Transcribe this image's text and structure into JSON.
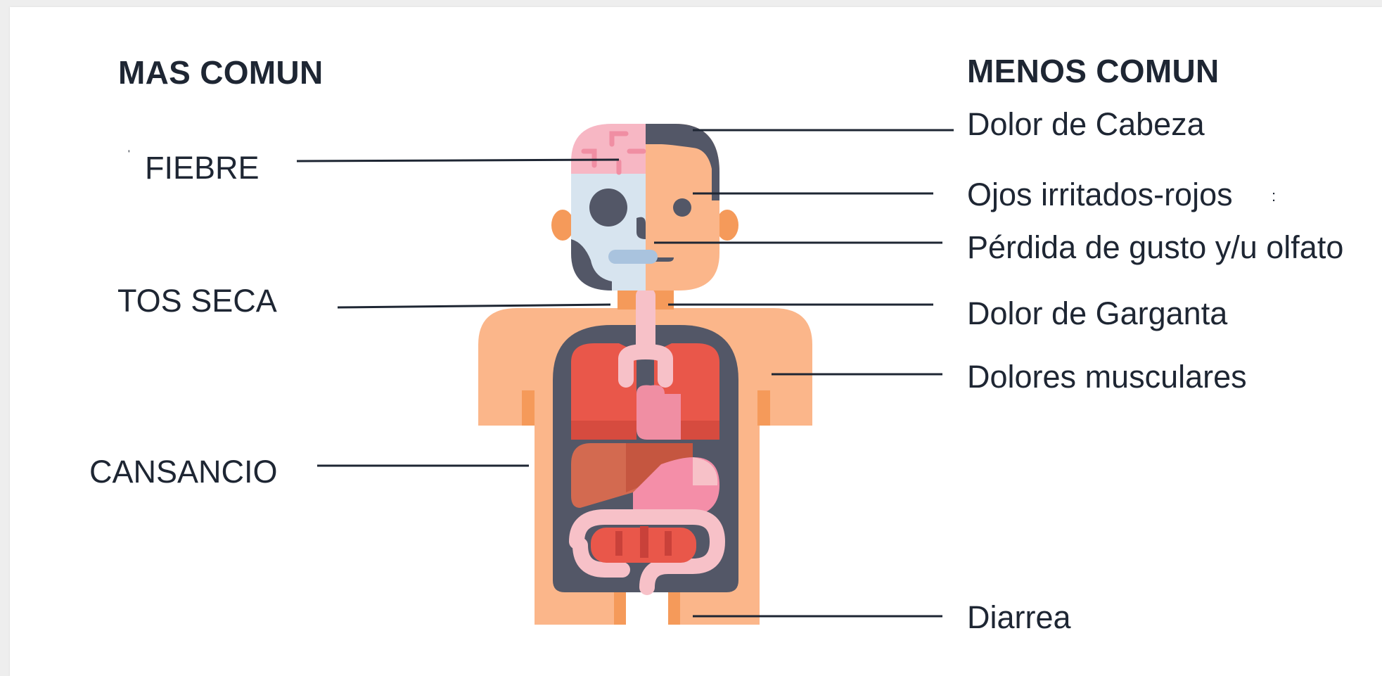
{
  "headings": {
    "left": "MAS COMUN",
    "right": "MENOS COMUN"
  },
  "common_symptoms": [
    "FIEBRE",
    "TOS SECA",
    "CANSANCIO"
  ],
  "less_common_symptoms": [
    "Dolor de Cabeza",
    "Ojos irritados-rojos",
    "Pérdida de gusto y/u olfato",
    "Dolor de Garganta",
    "Dolores musculares",
    "Diarrea"
  ],
  "colors": {
    "text": "#1e2633",
    "skin": "#fbb68a",
    "skin_shadow": "#f59a5a",
    "torso_cavity": "#535767",
    "lungs": "#e9574a",
    "heart": "#f08ea3",
    "liver": "#d36a50",
    "stomach": "#f48ea8",
    "intestine": "#f7c1c8",
    "skull": "#d7e4ef",
    "brain": "#f7b7c4",
    "hair": "#535767"
  },
  "illustration": {
    "name": "human-anatomy-illustration"
  }
}
